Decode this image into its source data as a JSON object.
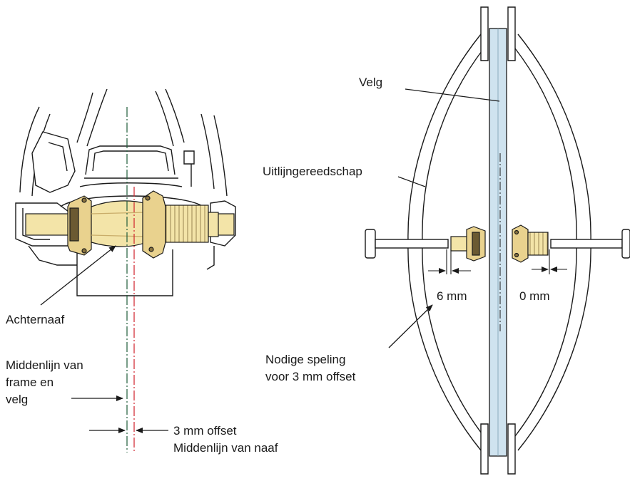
{
  "labels": {
    "achternaaf": "Achternaaf",
    "middenlijn_frame_line1": "Middenlijn van",
    "middenlijn_frame_line2": "frame en",
    "middenlijn_frame_line3": "velg",
    "offset_3mm": "3 mm offset",
    "middenlijn_naaf": "Middenlijn van naaf",
    "velg": "Velg",
    "uitlijngereedschap": "Uitlijngereedschap",
    "six_mm": "6 mm",
    "zero_mm": "0 mm",
    "speling_line1": "Nodige speling",
    "speling_line2": "voor 3 mm offset"
  },
  "colors": {
    "hub_fill": "#f3e4a8",
    "hub_dark": "#c9ad6a",
    "rim_fill": "#cfe3ef",
    "frame_centerline": "#1f5c3a",
    "hub_centerline": "#d0202a",
    "line": "#1a1a1a"
  }
}
